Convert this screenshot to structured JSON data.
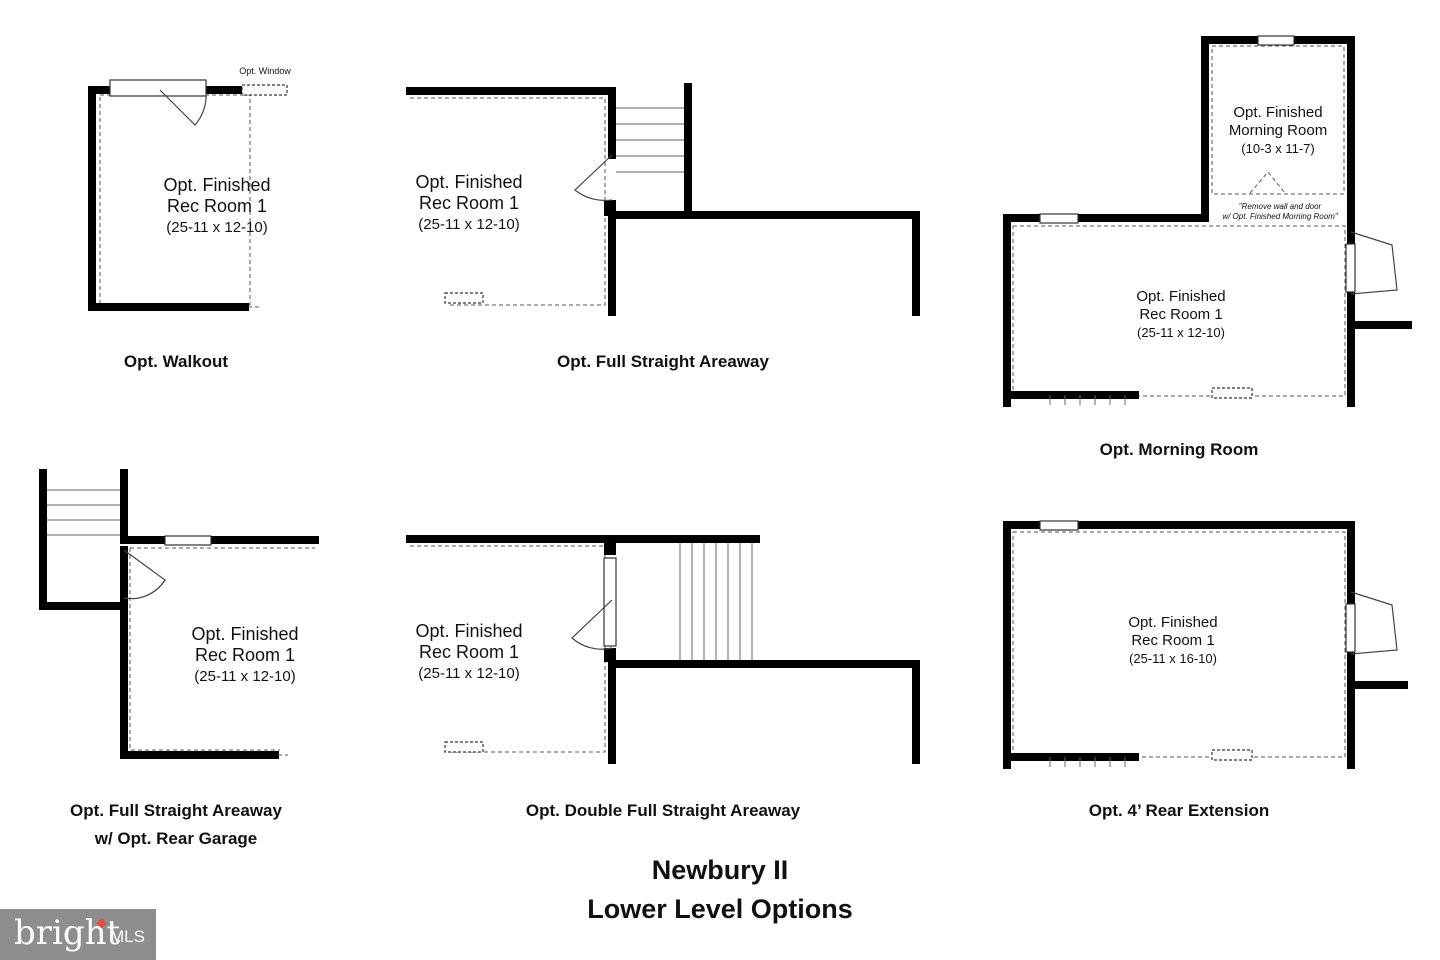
{
  "plans": [
    {
      "room": "Opt. Finished",
      "room2": "Rec Room 1",
      "dims": "(25-11 x 12-10)",
      "caption": "Opt. Walkout",
      "extra": "Opt. Window"
    },
    {
      "room": "Opt. Finished",
      "room2": "Rec Room 1",
      "dims": "(25-11 x 12-10)",
      "caption": "Opt. Full Straight Areaway"
    },
    {
      "room": "Opt. Finished",
      "room2": "Rec Room 1",
      "dims": "(25-11 x 12-10)",
      "caption": "Opt. Morning Room",
      "extra_room": "Opt. Finished",
      "extra_room2": "Morning Room",
      "extra_dims": "(10-3 x 11-7)",
      "note": "\"Remove wall and door",
      "note2": "w/ Opt. Finished Morning Room\""
    },
    {
      "room": "Opt. Finished",
      "room2": "Rec Room 1",
      "dims": "(25-11 x 12-10)",
      "caption": "Opt. Full Straight Areaway",
      "caption2": "w/ Opt. Rear Garage"
    },
    {
      "room": "Opt. Finished",
      "room2": "Rec Room 1",
      "dims": "(25-11 x 12-10)",
      "caption": "Opt. Double Full Straight Areaway"
    },
    {
      "room": "Opt. Finished",
      "room2": "Rec Room 1",
      "dims": "(25-11 x 16-10)",
      "caption": "Opt. 4’ Rear Extension"
    }
  ],
  "title": "Newbury II",
  "subtitle": "Lower Level Options",
  "logo": {
    "brand": "bright",
    "suffix": "MLS"
  }
}
